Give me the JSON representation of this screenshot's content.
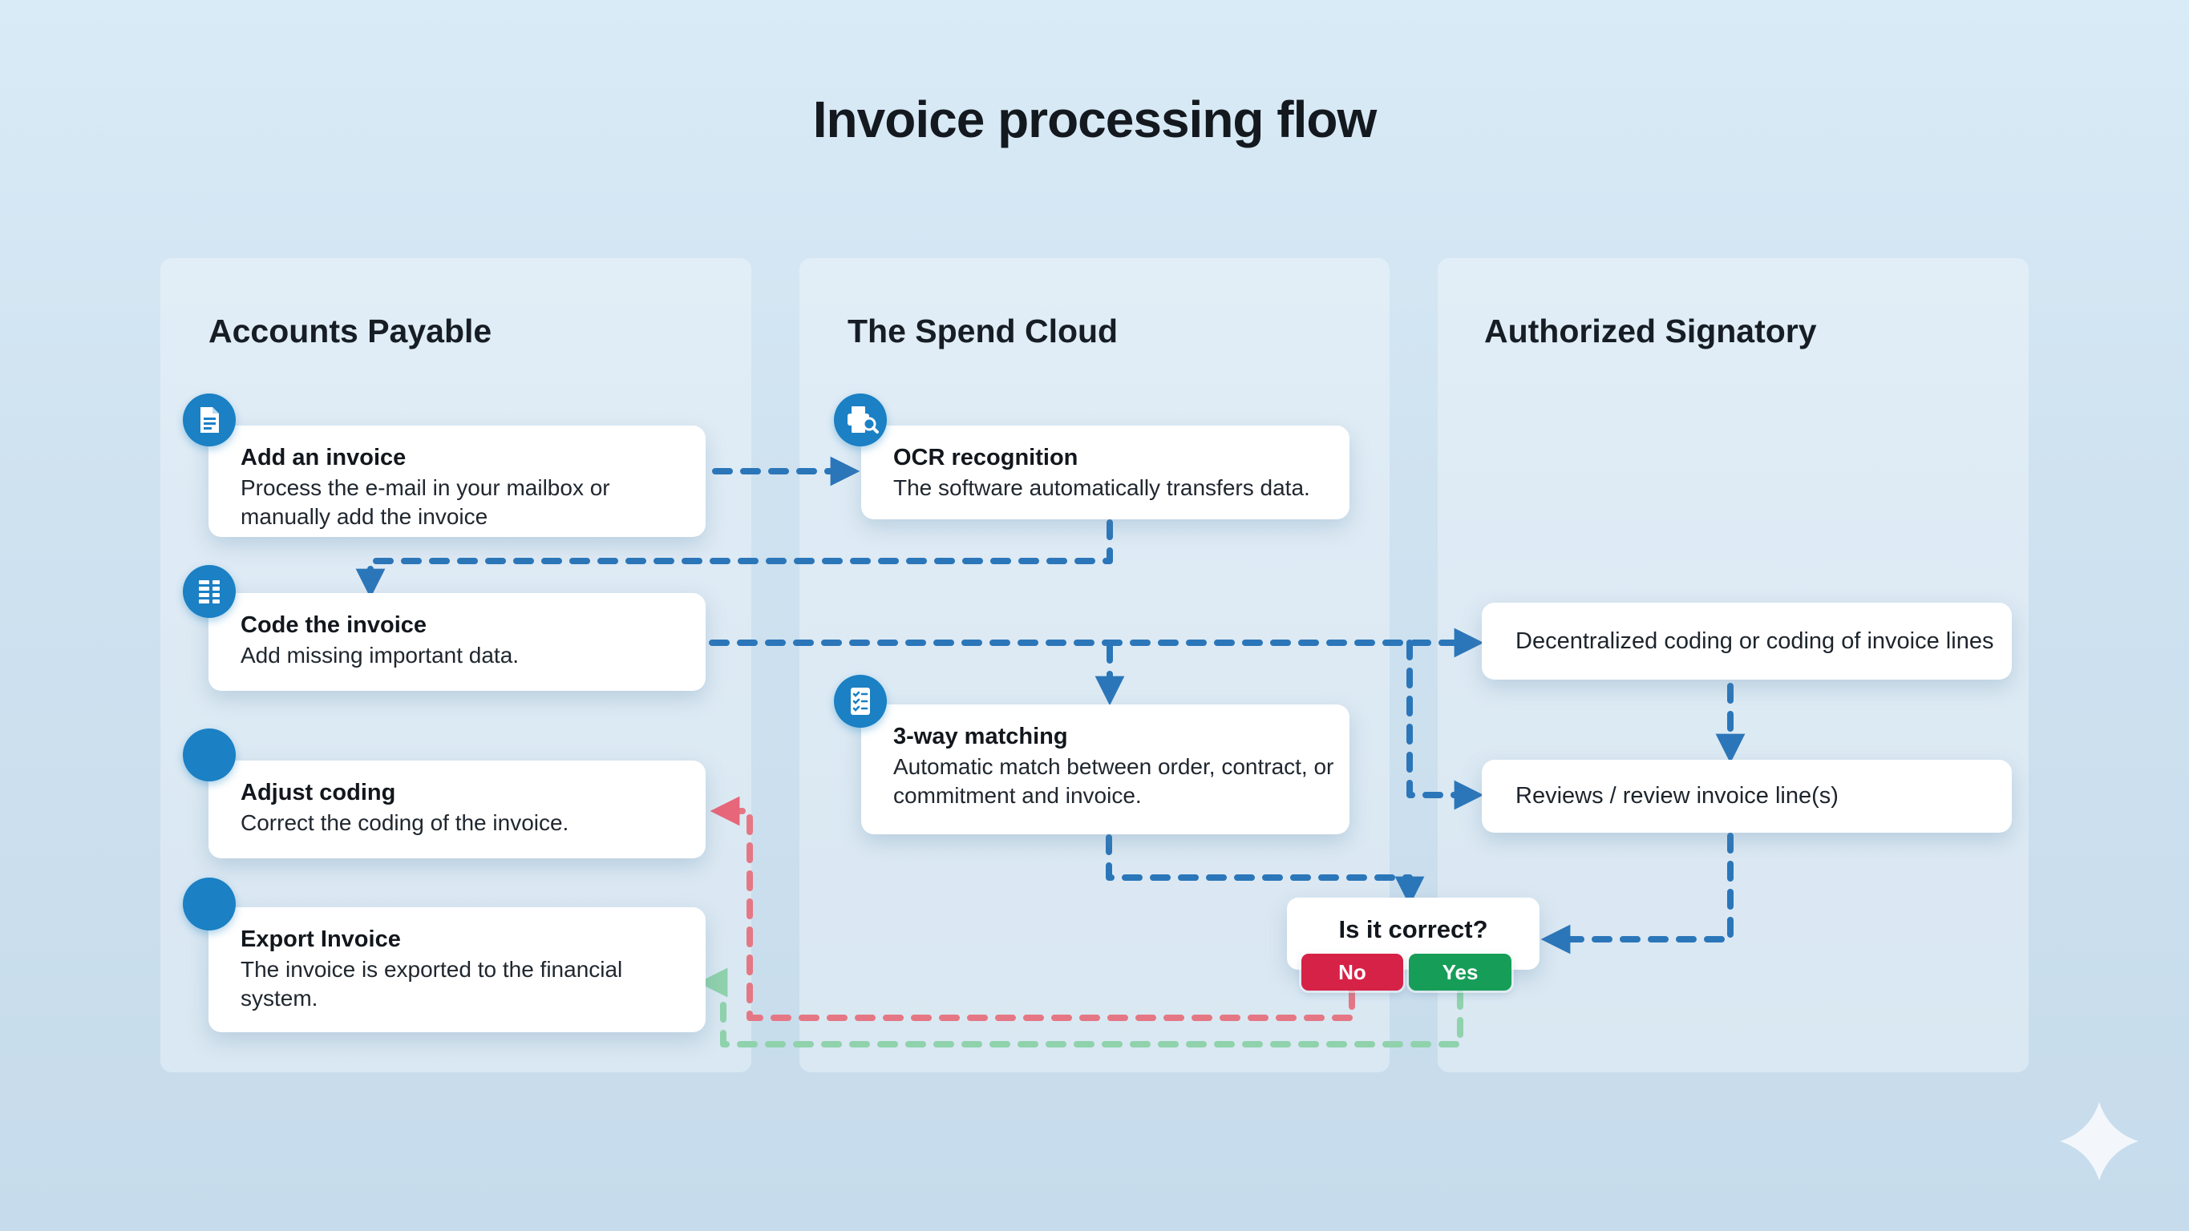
{
  "title": "Invoice processing flow",
  "columns": [
    {
      "header": "Accounts Payable",
      "steps": [
        {
          "title": "Add an invoice",
          "desc": "Process the e-mail in your mailbox or manually add the invoice",
          "icon": "invoice-document-icon"
        },
        {
          "title": "Code the invoice",
          "desc": "Add missing important data.",
          "icon": "coding-table-icon"
        },
        {
          "title": "Adjust coding",
          "desc": "Correct the coding of the invoice.",
          "icon": "circle-badge-icon"
        },
        {
          "title": "Export Invoice",
          "desc": "The invoice is exported to the financial system.",
          "icon": "circle-badge-icon"
        }
      ]
    },
    {
      "header": "The Spend Cloud",
      "steps": [
        {
          "title": "OCR recognition",
          "desc": "The software automatically transfers data.",
          "icon": "ocr-scanner-icon"
        },
        {
          "title": "3-way matching",
          "desc": "Automatic match between order, contract, or commitment and invoice.",
          "icon": "checklist-icon"
        }
      ],
      "decision": {
        "question": "Is it correct?",
        "no": "No",
        "yes": "Yes"
      }
    },
    {
      "header": "Authorized Signatory",
      "steps": [
        {
          "title": "Decentralized coding or coding of invoice lines"
        },
        {
          "title": "Reviews / review invoice line(s)"
        }
      ]
    }
  ],
  "colors": {
    "background": "#cfe2f0",
    "panel": "#dceaf6",
    "node_background": "#ffffff",
    "icon_blue": "#1b80c4",
    "arrow_blue": "#2b76b9",
    "arrow_red": "#e57784",
    "arrow_green": "#8fd2ac",
    "button_no_red": "#d62246",
    "button_yes_green": "#169e58",
    "text_dark": "#14191f"
  }
}
